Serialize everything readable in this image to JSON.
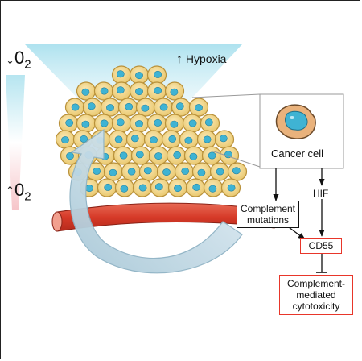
{
  "gradient": {
    "top_label": "↓0",
    "top_sub": "2",
    "bottom_label": "↑0",
    "bottom_sub": "2"
  },
  "hypoxia": {
    "arrow": "↑",
    "text": "Hypoxia"
  },
  "cancer_cell": {
    "text": "Cancer cell"
  },
  "nodes": {
    "hif": "HIF",
    "complement_mutations": [
      "Complement",
      "mutations"
    ],
    "cd55": "CD55",
    "cytotoxicity": [
      "Complement-",
      "mediated",
      "cytotoxicity"
    ]
  },
  "colors": {
    "hypoxia_gradient": "#aee2ef",
    "normoxia_gradient": "#f6c9cc",
    "cell_fill": "#f4d98f",
    "cell_outline": "#b9913a",
    "nucleus": "#3fb3d3",
    "vessel": "#d9402e",
    "curved_arrow": "#c7dde8",
    "red_box_border": "#e8362a"
  },
  "icons": [
    "arrow-down-icon",
    "arrow-up-icon",
    "inhibition-bar-icon"
  ]
}
